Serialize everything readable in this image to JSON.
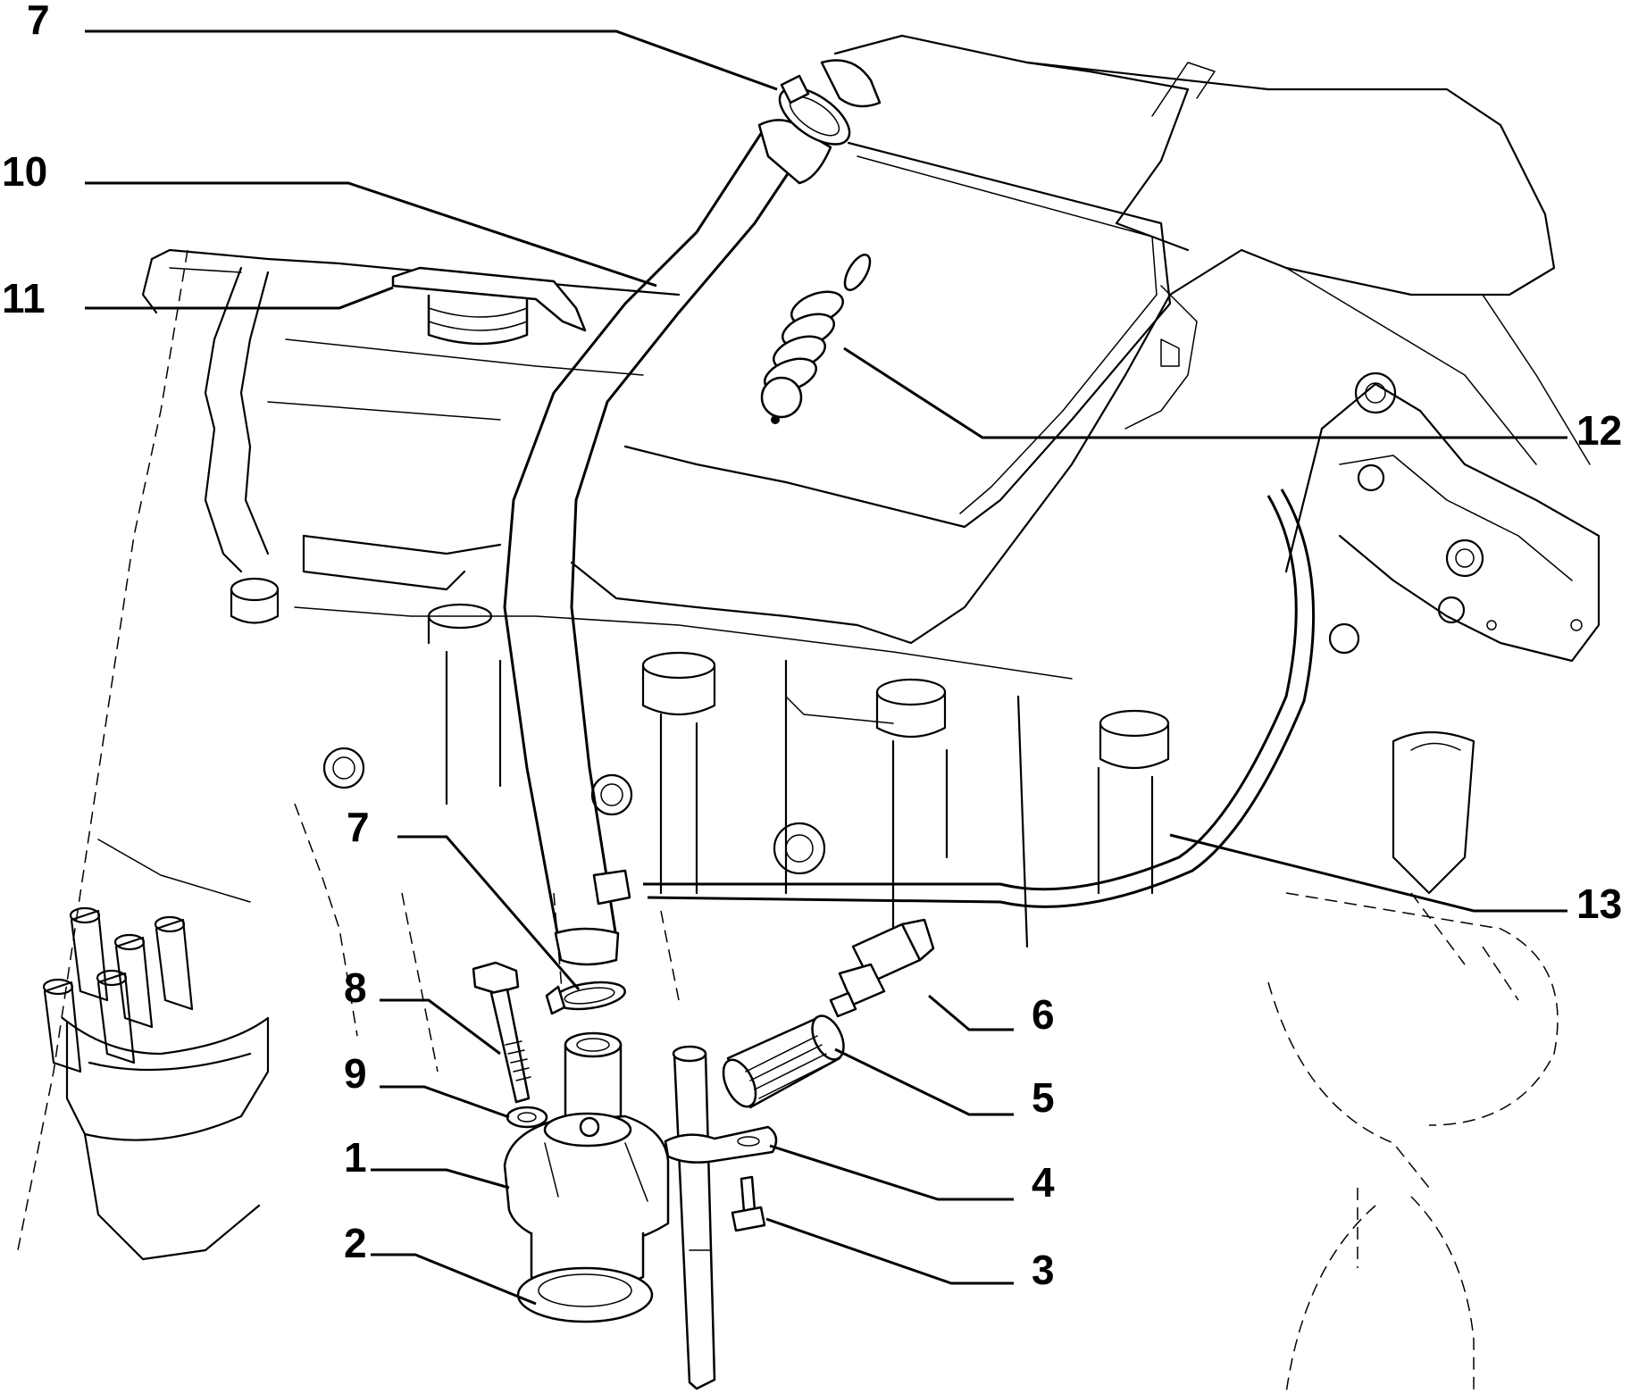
{
  "diagram": {
    "callouts": [
      {
        "id": "c7a",
        "label": "7"
      },
      {
        "id": "c10",
        "label": "10"
      },
      {
        "id": "c11",
        "label": "11"
      },
      {
        "id": "c12",
        "label": "12"
      },
      {
        "id": "c7b",
        "label": "7"
      },
      {
        "id": "c13",
        "label": "13"
      },
      {
        "id": "c8",
        "label": "8"
      },
      {
        "id": "c6",
        "label": "6"
      },
      {
        "id": "c9",
        "label": "9"
      },
      {
        "id": "c5",
        "label": "5"
      },
      {
        "id": "c1",
        "label": "1"
      },
      {
        "id": "c4",
        "label": "4"
      },
      {
        "id": "c2",
        "label": "2"
      },
      {
        "id": "c3",
        "label": "3"
      }
    ],
    "colors": {
      "ink": "#000000",
      "paper": "#ffffff"
    }
  }
}
